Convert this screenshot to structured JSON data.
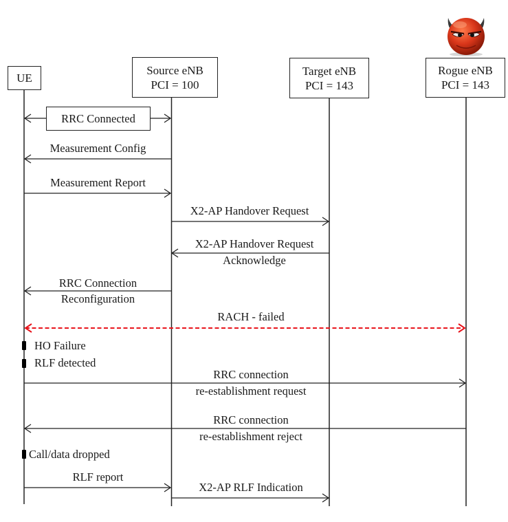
{
  "diagram": {
    "type": "sequence-diagram",
    "colors": {
      "line": "#222222",
      "failed_message": "#e8141c"
    },
    "entities": [
      {
        "id": "ue",
        "name": "UE",
        "pci": ""
      },
      {
        "id": "source",
        "name": "Source eNB",
        "pci": "PCI = 100"
      },
      {
        "id": "target",
        "name": "Target eNB",
        "pci": "PCI = 143"
      },
      {
        "id": "rogue",
        "name": "Rogue eNB",
        "pci": "PCI = 143",
        "icon": "devil-icon"
      }
    ],
    "messages": [
      {
        "from": "ue",
        "to": "source",
        "bidirectional": true,
        "label": "RRC Connected",
        "boxed": true
      },
      {
        "from": "source",
        "to": "ue",
        "label": "Measurement Config"
      },
      {
        "from": "ue",
        "to": "source",
        "label": "Measurement Report"
      },
      {
        "from": "source",
        "to": "target",
        "label": "X2-AP Handover Request"
      },
      {
        "from": "target",
        "to": "source",
        "label": "X2-AP Handover Request",
        "label2": "Acknowledge"
      },
      {
        "from": "source",
        "to": "ue",
        "label": "RRC Connection",
        "label2": "Reconfiguration"
      },
      {
        "from": "ue",
        "to": "rogue",
        "bidirectional": true,
        "dashed": true,
        "failed": true,
        "label": "RACH - failed"
      },
      {
        "from": "ue",
        "to": "rogue",
        "label": "RRC connection",
        "label2": "re-establishment request"
      },
      {
        "from": "rogue",
        "to": "ue",
        "label": "RRC connection",
        "label2": "re-establishment reject"
      },
      {
        "from": "ue",
        "to": "source",
        "label": "RLF report"
      },
      {
        "from": "source",
        "to": "target",
        "label": "X2-AP RLF Indication"
      }
    ],
    "notes": [
      {
        "on": "ue",
        "text": "HO Failure"
      },
      {
        "on": "ue",
        "text": "RLF detected"
      },
      {
        "on": "ue",
        "text": "Call/data dropped"
      }
    ]
  }
}
